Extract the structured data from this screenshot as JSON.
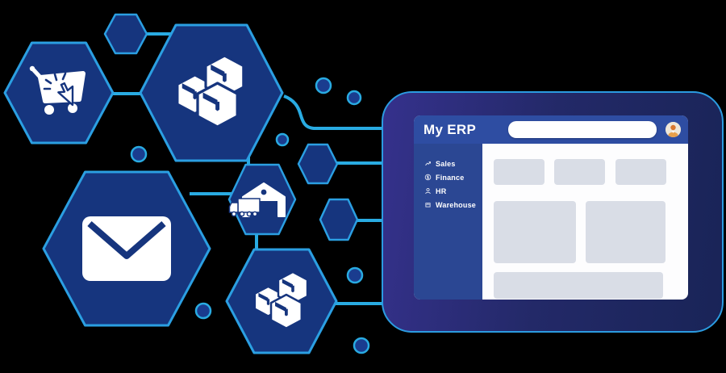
{
  "illustration": {
    "background_color": "#000000",
    "hexagon_fill": "#16357E",
    "hexagon_stroke": "#2B9FE2",
    "connector_color": "#29ABE2",
    "hexagons": [
      {
        "name": "cart-hexagon",
        "icon": "shopping-cart-click-icon"
      },
      {
        "name": "packages-hexagon-top",
        "icon": "packages-boxes-icon"
      },
      {
        "name": "mail-hexagon",
        "icon": "envelope-icon"
      },
      {
        "name": "logistics-hexagon",
        "icon": "warehouse-truck-icon"
      },
      {
        "name": "packages-hexagon-bottom",
        "icon": "packages-boxes-icon"
      },
      {
        "name": "accent-hexagon-small-top"
      },
      {
        "name": "accent-hexagon-small-mid"
      },
      {
        "name": "accent-hexagon-small-lower"
      }
    ]
  },
  "erp": {
    "title": "My ERP",
    "header_color": "#2E4DA2",
    "sidebar_color": "#2B4793",
    "search": {
      "value": "",
      "placeholder": ""
    },
    "sidebar": {
      "items": [
        {
          "label": "Sales",
          "icon": "sales-icon"
        },
        {
          "label": "Finance",
          "icon": "finance-icon"
        },
        {
          "label": "HR",
          "icon": "hr-icon"
        },
        {
          "label": "Warehouse",
          "icon": "warehouse-icon"
        }
      ]
    },
    "content_placeholders": {
      "row1_blocks": 3,
      "row2_blocks": 2,
      "row3_blocks": 1,
      "block_color": "#D9DDE6"
    }
  }
}
